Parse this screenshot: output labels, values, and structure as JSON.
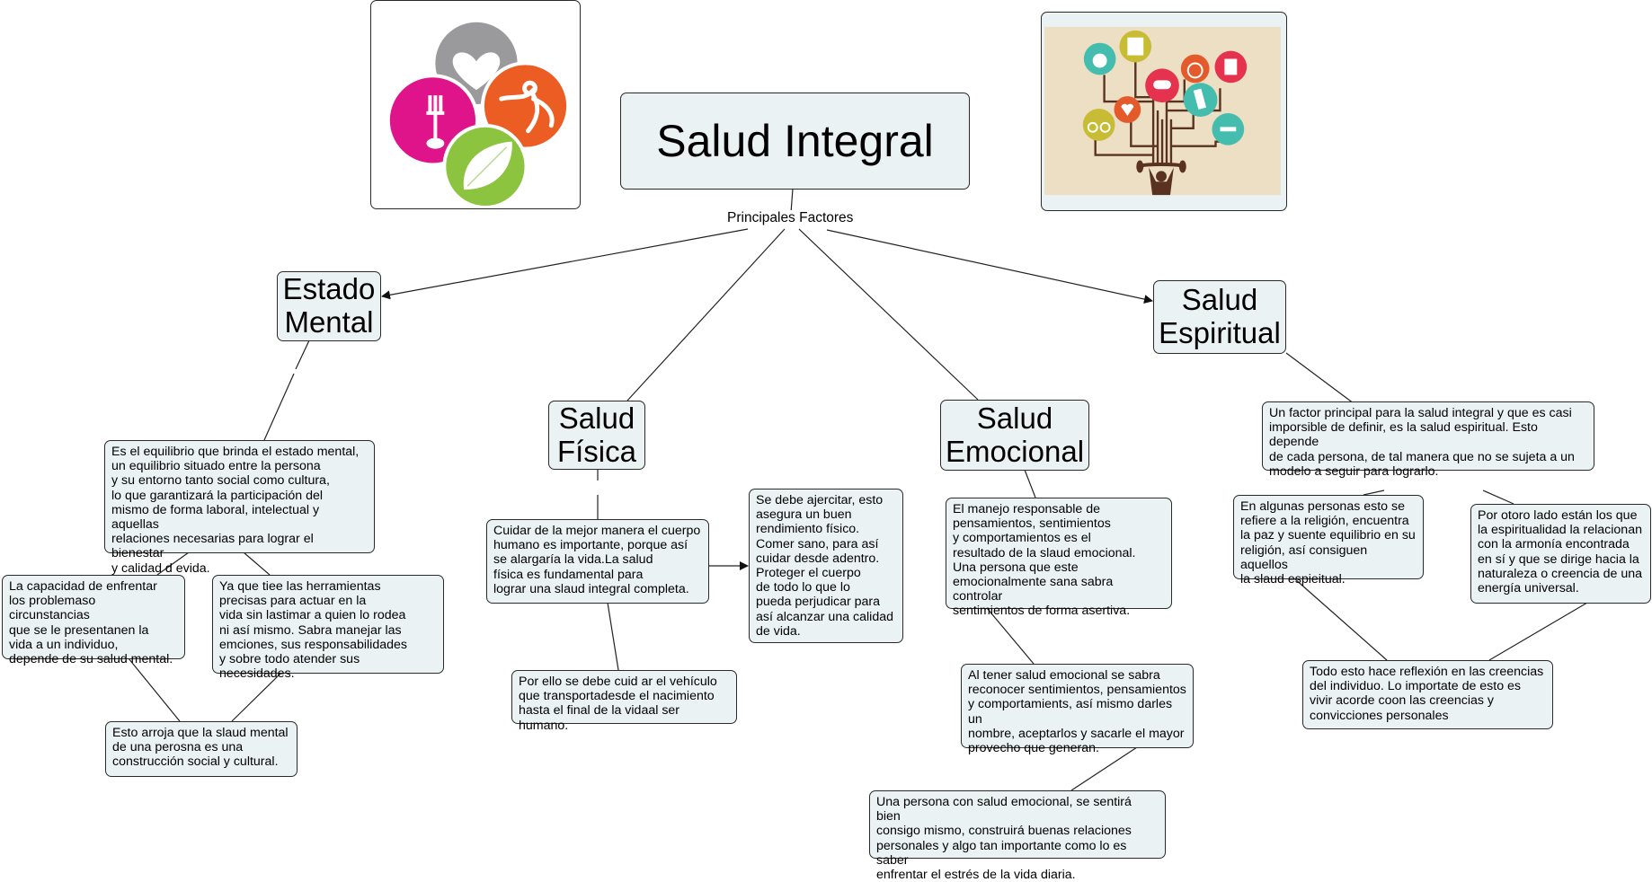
{
  "title": "Salud Integral",
  "link_label": "Principales Factores",
  "images": [
    {
      "name": "health-logo-image",
      "depicts": "four overlapping circles: heart (gray), lightbulb with fork (magenta), dancing person (orange), leaf (green)",
      "colors": {
        "gray": "#9a9a9d",
        "magenta": "#e0148a",
        "orange": "#ec5d24",
        "green": "#8cc43f"
      }
    },
    {
      "name": "healthy-tree-image",
      "depicts": "person lifting barbell with branches to health icons: apple, scale, pills, stopwatch, supplement jar, heart rate, bottle, bicycle, dumbbell",
      "colors": {
        "background": "#eddfc4",
        "teal": "#45bdae",
        "olive": "#c8bc35",
        "red": "#e5324f",
        "orange": "#e55a2b",
        "brown": "#5a3221"
      }
    }
  ],
  "factors": {
    "mental": {
      "label": "Estado\nMental",
      "notes": {
        "main": "Es el equilibrio que brinda el estado mental,\nun equilibrio situado entre la persona\ny su entorno tanto social como cultura,\nlo que garantizará la participación del\nmismo de forma laboral, intelectual y aquellas\nrelaciones necesarias para lograr el bienestar\ny calidad d evida.",
        "left": "La capacidad de enfrentar\nlos problemaso circunstancias\nque se le presentanen la\nvida a un individuo,\ndepende de su salud mental.",
        "right": "Ya que tiee las herramientas\nprecisas para actuar en la\nvida sin lastimar a quien lo rodea\nni así mismo. Sabra manejar las\nemciones, sus responsabilidades\ny sobre todo atender sus necesidades.",
        "conclusion": "Esto arroja que la slaud mental\nde una perosna es una\nconstrucción social y cultural."
      }
    },
    "physical": {
      "label": "Salud\nFísica",
      "notes": {
        "main": "Cuidar de la mejor manera el cuerpo\nhumano es importante, porque así\nse alargaría la vida.La salud\nfísica es fundamental para\nlograr una slaud integral completa.",
        "side": "Se debe ajercitar, esto\nasegura un buen\nrendimiento físico.\nComer sano, para así\ncuidar desde adentro.\nProteger el cuerpo\nde todo lo que lo\npueda perjudicar para\nasí alcanzar una calidad\nde vida.",
        "bottom": "Por ello se debe cuid ar el vehículo\nque transportadesde el nacimiento\nhasta el final de la vidaal ser humano."
      }
    },
    "emotional": {
      "label": "Salud\nEmocional",
      "notes": {
        "first": "El manejo responsable de\npensamientos, sentimientos\ny comportamientos es el\nresultado de la slaud emocional.\nUna persona que este\nemocionalmente sana sabra controlar\nsentimientos de forma asertiva.",
        "second": "Al tener salud emocional se sabra\nreconocer sentimientos, pensamientos\ny comportamients, así mismo darles un\nnombre, aceptarlos y sacarle el mayor\nprovecho que generan.",
        "third": "Una persona con salud emocional, se sentirá bien\nconsigo mismo, construirá buenas relaciones\npersonales y algo tan importante como lo es saber\nenfrentar el estrés de la vida diaria."
      }
    },
    "spiritual": {
      "label": "Salud\nEspiritual",
      "notes": {
        "main": "Un factor principal para la salud integral y que es casi\nimporsible de definir, es la salud espiritual. Esto depende\nde cada persona, de tal manera que no se sujeta a un\nmodelo a seguir para lograrlo.",
        "left": "En algunas personas esto se\nrefiere a la religión, encuentra\nla paz y suente equilibrio en su\nreligión, así consiguen aquellos\nla slaud espieitual.",
        "right": "Por otoro lado están los que\nla espiritualidad la relacionan\ncon la armonía encontrada\nen sí y que se dirige hacia la\nnaturaleza o creencia de una\nenergía universal.",
        "conclusion": "Todo esto hace reflexión en las creencias\ndel individuo. Lo importate de esto es\nvivir acorde coon las creencias y\nconvicciones personales"
      }
    }
  },
  "colors": {
    "node_fill": "#ebf2f4",
    "node_border": "#2a2a2a",
    "line": "#222222"
  }
}
